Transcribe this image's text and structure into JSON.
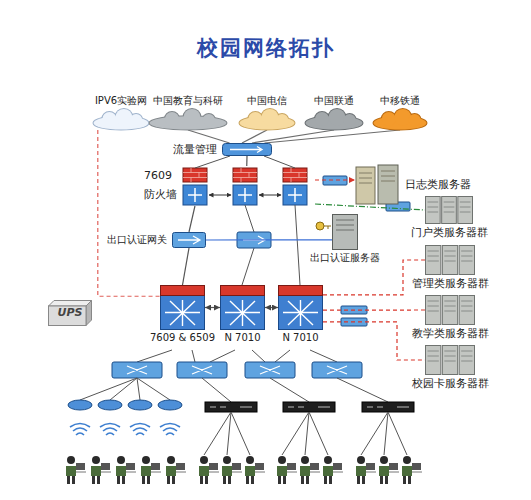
{
  "diagram": {
    "title": "校园网络拓扑",
    "nodes": [
      {
        "text": [
          "IPV6实验网"
        ]
      },
      {
        "text": [
          "中国教育与科研"
        ]
      },
      {
        "text": [
          "中国电信"
        ]
      },
      {
        "text": [
          "中国联通"
        ]
      },
      {
        "text": [
          "中移铁通"
        ]
      },
      {
        "text": [
          "流量管理"
        ]
      },
      {
        "text": [
          "7609",
          "防火墙"
        ]
      },
      {
        "text": [
          "日志类服务器"
        ]
      },
      {
        "text": [
          "门户类服务器群"
        ]
      },
      {
        "text": [
          "出口认证网关"
        ]
      },
      {
        "text": [
          "出口认证服务器"
        ]
      },
      {
        "text": [
          "管理类服务器群"
        ]
      },
      {
        "text": [
          "UPS"
        ]
      },
      {
        "text": [
          "7609 & 6509"
        ]
      },
      {
        "text": [
          "N 7010"
        ]
      },
      {
        "text": [
          "N 7010"
        ]
      },
      {
        "text": [
          "教学类服务器群"
        ]
      },
      {
        "text": [
          "校园卡服务器群"
        ]
      }
    ],
    "edges": [
      {
        "from": 1,
        "to": 5,
        "arrow": "none"
      },
      {
        "from": 2,
        "to": 5,
        "arrow": "none"
      },
      {
        "from": 3,
        "to": 5,
        "arrow": "none"
      },
      {
        "from": 4,
        "to": 5,
        "arrow": "none"
      },
      {
        "from": 5,
        "to": 6,
        "arrow": "none"
      },
      {
        "from": 0,
        "to": 13,
        "arrow": "none"
      },
      {
        "from": 6,
        "to": 7,
        "arrow": "to"
      },
      {
        "from": 6,
        "to": 8,
        "arrow": "none"
      },
      {
        "from": 6,
        "to": 9,
        "arrow": "none"
      },
      {
        "from": 9,
        "to": 10,
        "arrow": "none"
      },
      {
        "from": 9,
        "to": 13,
        "arrow": "none"
      },
      {
        "from": 13,
        "to": 14,
        "arrow": "both"
      },
      {
        "from": 14,
        "to": 15,
        "arrow": "both"
      },
      {
        "from": 15,
        "to": 11,
        "arrow": "none"
      },
      {
        "from": 15,
        "to": 16,
        "arrow": "none"
      },
      {
        "from": 15,
        "to": 17,
        "arrow": "none"
      }
    ]
  }
}
